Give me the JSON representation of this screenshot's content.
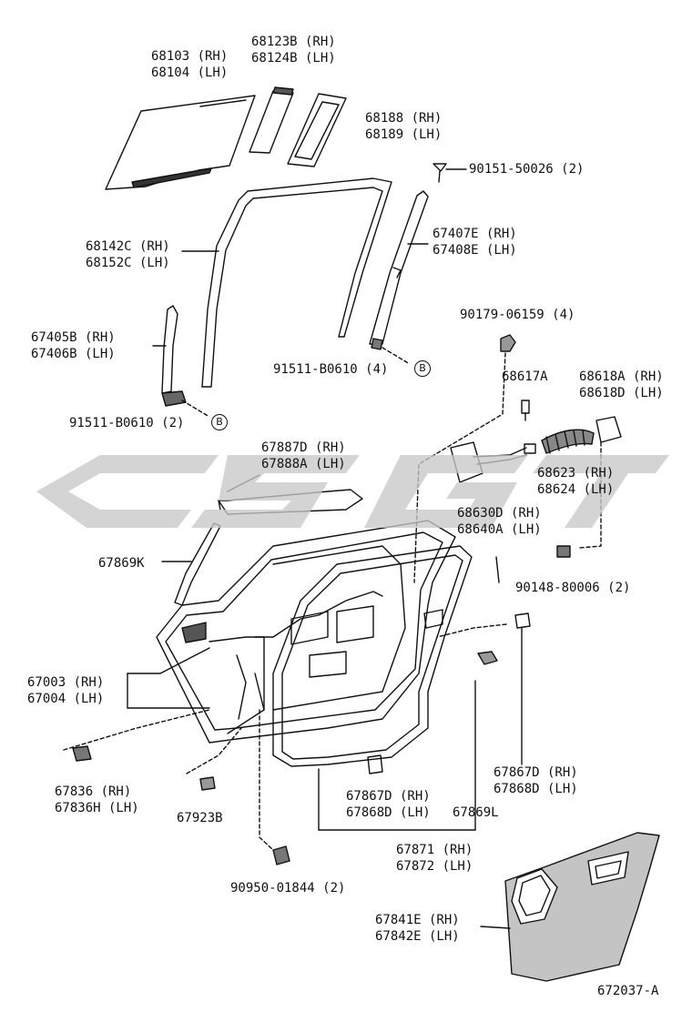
{
  "diagram_id": "672037-A",
  "callout_letter": "B",
  "colors": {
    "line": "#111111",
    "watermark": "#c8c8c8",
    "trim_panel": "#bdbdbd"
  },
  "parts": {
    "door_glass": [
      "68103 (RH)",
      "68104 (LH)"
    ],
    "quarter_glass": [
      "68123B (RH)",
      "68124B (LH)"
    ],
    "quarter_glass_weatherstrip": [
      "68188 (RH)",
      "68189 (LH)"
    ],
    "screw_top": [
      "90151-50026 (2)"
    ],
    "glass_run": [
      "68142C (RH)",
      "68152C (LH)"
    ],
    "rear_division_bar": [
      "67407E (RH)",
      "67408E (LH)"
    ],
    "front_channel": [
      "67405B (RH)",
      "67406B (LH)"
    ],
    "bolt_b_right": [
      "91511-B0610 (4)"
    ],
    "bolt_b_left": [
      "91511-B0610 (2)"
    ],
    "nut_top": [
      "90179-06159 (4)"
    ],
    "pin": [
      "68617A"
    ],
    "hinge": [
      "68618A (RH)",
      "68618D (LH)"
    ],
    "check_cover": [
      "68623 (RH)",
      "68624 (LH)"
    ],
    "door_check": [
      "68630D (RH)",
      "68640A (LH)"
    ],
    "bolt_check": [
      "90148-80006 (2)"
    ],
    "belt_moulding_outer": [
      "67887D (RH)",
      "67888A (LH)"
    ],
    "seal_front": [
      "67869K"
    ],
    "door_panel": [
      "67003 (RH)",
      "67004 (LH)"
    ],
    "plug_lower": [
      "67836  (RH)",
      "67836H (LH)"
    ],
    "clip": [
      "67923B"
    ],
    "plug_bottom": [
      "90950-01844 (2)"
    ],
    "clip_center": [
      "67867D (RH)",
      "67868D (LH)"
    ],
    "seal_rear": [
      "67869L"
    ],
    "clip_right": [
      "67867D (RH)",
      "67868D (LH)"
    ],
    "weatherstrip": [
      "67871 (RH)",
      "67872 (LH)"
    ],
    "service_cover": [
      "67841E (RH)",
      "67842E (LH)"
    ]
  }
}
